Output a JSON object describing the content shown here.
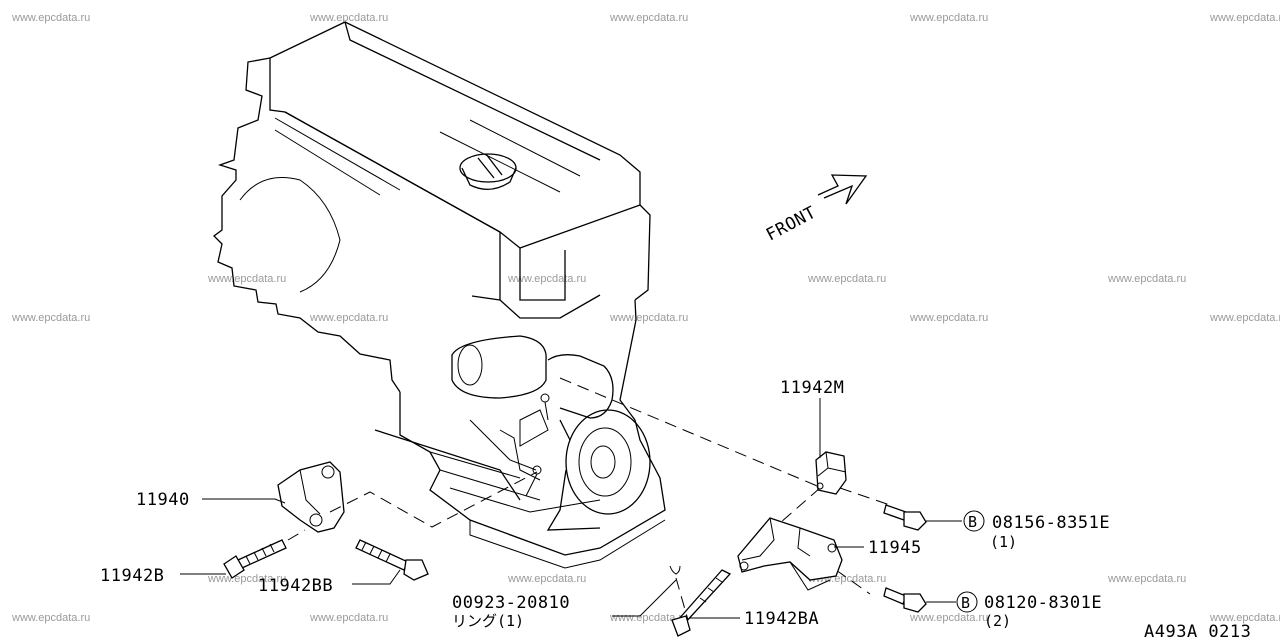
{
  "watermark": "www.epcdata.ru",
  "direction_label": "FRONT",
  "drawing_code": "A493A 0213",
  "labels": {
    "p11942M": "11942M",
    "p11940": "11940",
    "p11945": "11945",
    "p11942B": "11942B",
    "p11942BB": "11942BB",
    "p11942BA": "11942BA",
    "p00923": "00923-20810",
    "p00923_note": "リング(1)",
    "p08156": "08156-8351E",
    "p08156_qty": "(1)",
    "p08120": "08120-8301E",
    "p08120_qty": "(2)",
    "bolt_marker": "B"
  }
}
